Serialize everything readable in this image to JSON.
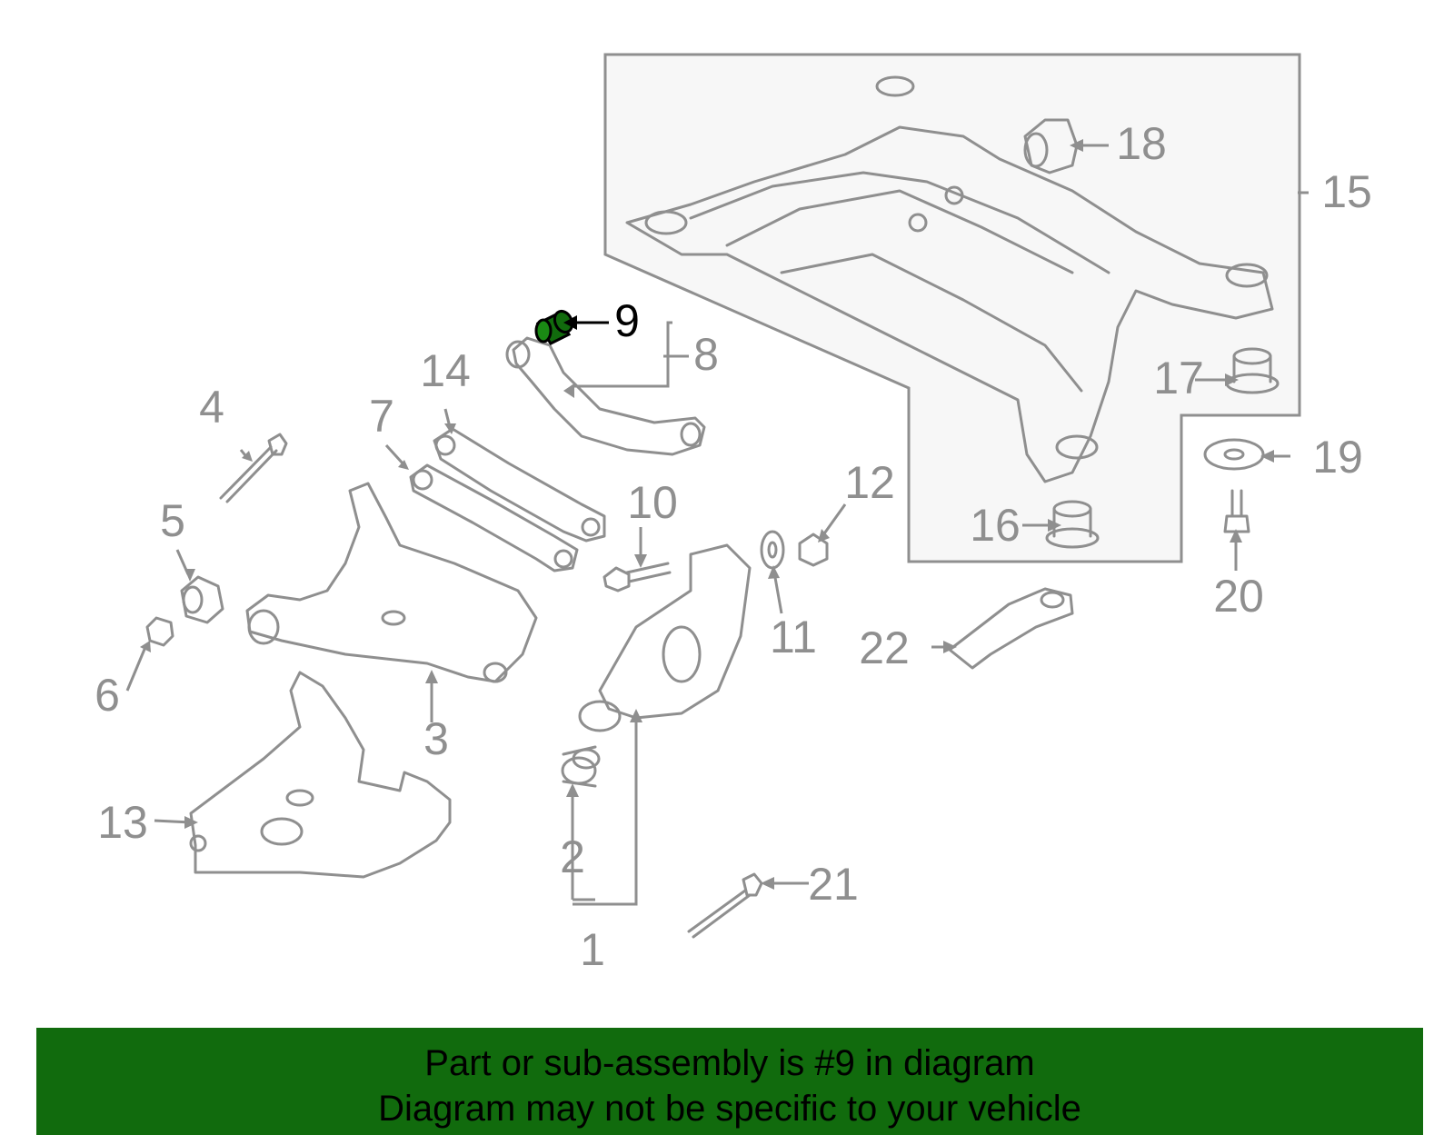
{
  "callouts": [
    "1",
    "2",
    "3",
    "4",
    "5",
    "6",
    "7",
    "8",
    "9",
    "10",
    "11",
    "12",
    "13",
    "14",
    "15",
    "16",
    "17",
    "18",
    "19",
    "20",
    "21",
    "22"
  ],
  "highlighted_part": "9",
  "colors": {
    "highlight": "#116b0d",
    "banner": "#116b0d",
    "part_outline": "#8f8f8f",
    "panel": "#f7f7f7"
  },
  "banner": {
    "line1": "Part or sub-assembly is #9 in diagram",
    "line2": "Diagram may not be specific to your vehicle"
  }
}
